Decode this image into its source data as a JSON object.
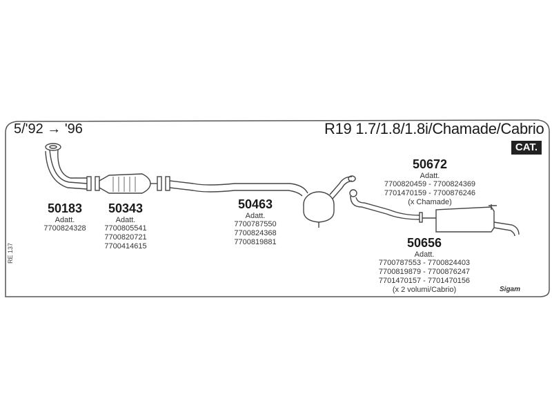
{
  "period": "5/'92 → '96",
  "title": "R19 1.7/1.8/1.8i/Chamade/Cabrio",
  "badge": "CAT.",
  "side_code": "RE 137",
  "brand": "Sigam",
  "parts": [
    {
      "code": "50183",
      "note": "Adatt.",
      "refs": [
        "7700824328"
      ]
    },
    {
      "code": "50343",
      "note": "Adatt.",
      "refs": [
        "7700805541",
        "7700820721",
        "7700414615"
      ]
    },
    {
      "code": "50463",
      "note": "Adatt.",
      "refs": [
        "7700787550",
        "7700824368",
        "7700819881"
      ]
    },
    {
      "code": "50672",
      "note": "Adatt.",
      "refs": [
        "7700820459 - 7700824369",
        "7701470159 - 7700876246",
        "(x Chamade)"
      ]
    },
    {
      "code": "50656",
      "note": "Adatt.",
      "refs": [
        "7700787553 - 7700824403",
        "7700819879 - 7700876247",
        "7701470157 - 7701470156",
        "(x 2 volumi/Cabrio)"
      ]
    }
  ]
}
